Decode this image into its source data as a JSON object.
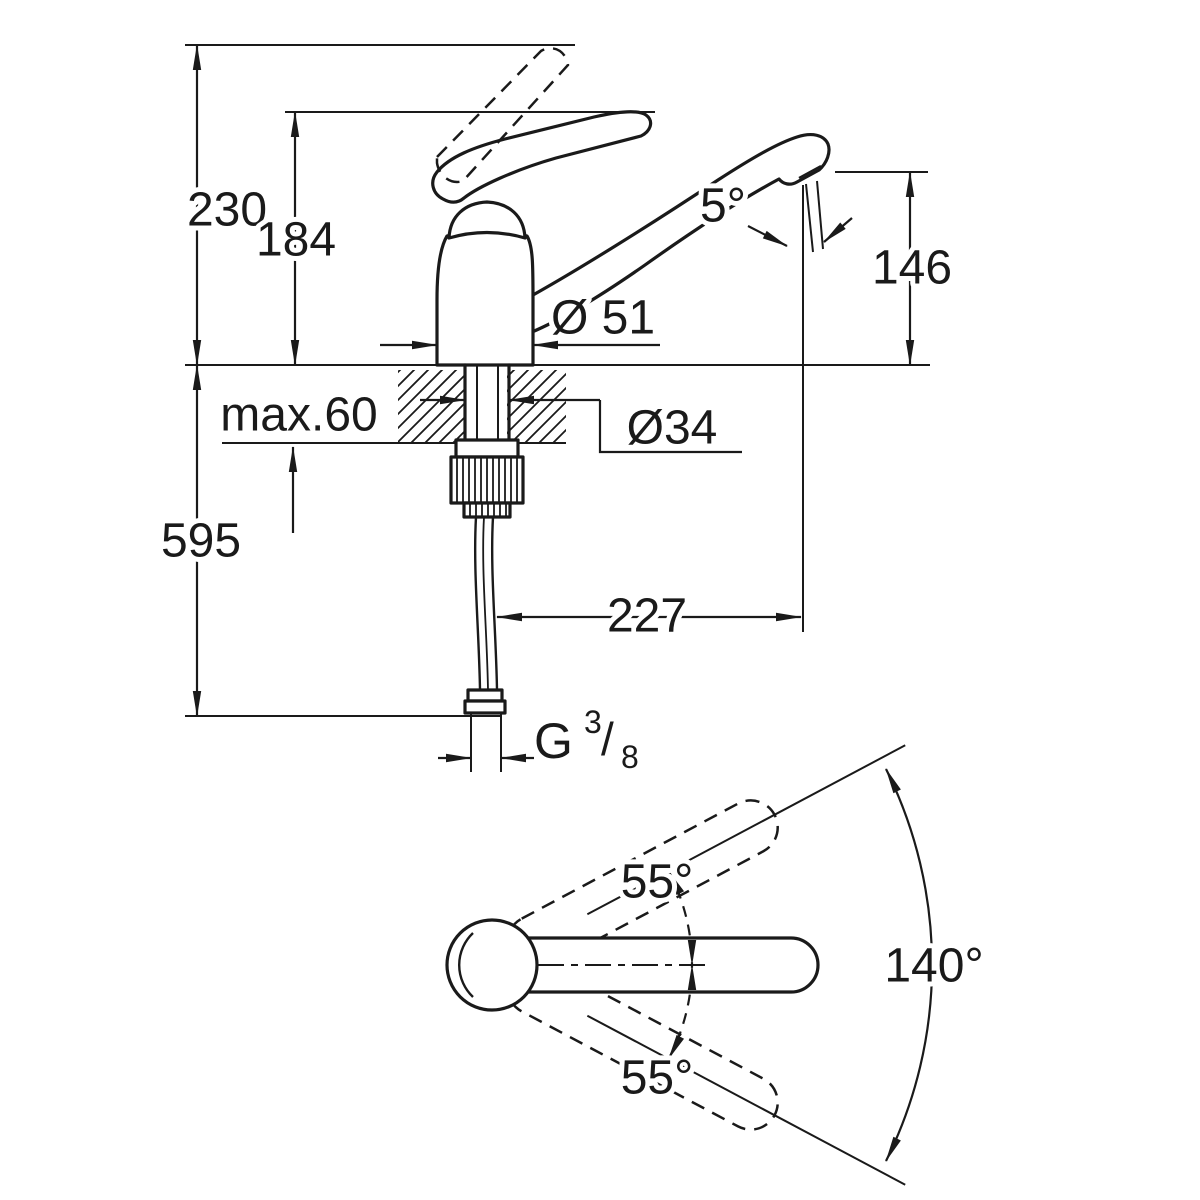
{
  "side_view": {
    "height_overall": "230",
    "height_to_lever": "184",
    "spout_height": "146",
    "stream_angle": "5°",
    "base_diameter": "Ø 51",
    "mounting_hole_diameter": "Ø34",
    "max_deck_thickness": "max.60",
    "depth_below_overall": "595",
    "spout_projection": "227",
    "connection_thread": {
      "prefix": "G",
      "numerator": "3",
      "slash": "/",
      "denominator": "8"
    }
  },
  "top_view": {
    "lever_angle_up": "55°",
    "lever_angle_down": "55°",
    "swivel_range": "140°"
  },
  "colors": {
    "line": "#1a1a1a",
    "background": "#ffffff"
  }
}
